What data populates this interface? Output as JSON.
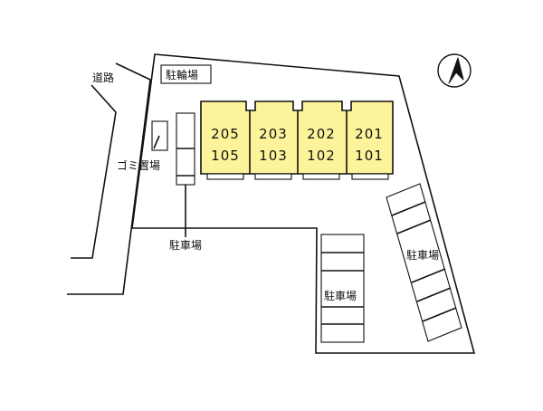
{
  "labels": {
    "road": "道路",
    "bicycle_parking": "駐輪場",
    "garbage_area": "ゴミ置場",
    "parking_left": "駐車場",
    "parking_center": "駐車場",
    "parking_right": "駐車場"
  },
  "units": [
    {
      "upper": "205",
      "lower": "105"
    },
    {
      "upper": "203",
      "lower": "103"
    },
    {
      "upper": "202",
      "lower": "102"
    },
    {
      "upper": "201",
      "lower": "101"
    }
  ],
  "colors": {
    "building_fill": "#fdf39b",
    "outline": "#111111"
  },
  "icons": {
    "north": "north-arrow-icon"
  }
}
